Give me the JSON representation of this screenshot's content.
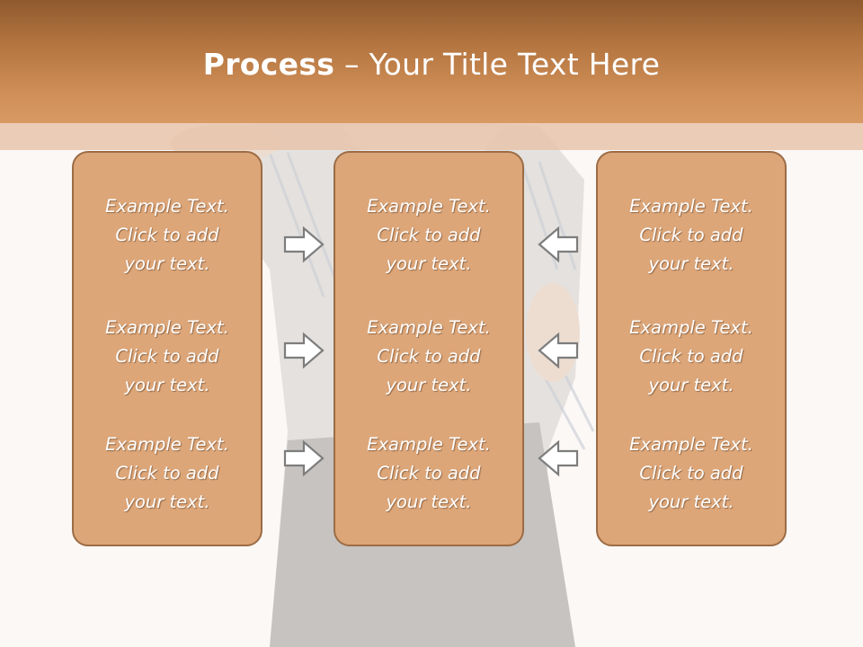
{
  "title": {
    "bold": "Process",
    "rest": " – Your Title Text Here"
  },
  "columns": [
    {
      "items": [
        [
          "Example Text.",
          "Click  to add",
          "your text."
        ],
        [
          "Example Text.",
          "Click  to add",
          "your text."
        ],
        [
          "Example Text.",
          "Click  to add",
          "your text."
        ]
      ]
    },
    {
      "items": [
        [
          "Example Text.",
          "Click  to add",
          "your text."
        ],
        [
          "Example Text.",
          "Click  to add",
          "your text."
        ],
        [
          "Example Text.",
          "Click  to add",
          "your text."
        ]
      ]
    },
    {
      "items": [
        [
          "Example Text.",
          "Click  to add",
          "your text."
        ],
        [
          "Example Text.",
          "Click  to add",
          "your text."
        ],
        [
          "Example Text.",
          "Click  to add",
          "your text."
        ]
      ]
    }
  ],
  "arrows": {
    "left": [
      "arrow-right-icon",
      "arrow-right-icon",
      "arrow-right-icon"
    ],
    "right": [
      "arrow-left-icon",
      "arrow-left-icon",
      "arrow-left-icon"
    ]
  },
  "colors": {
    "header_top": "#8e5a2e",
    "header_bottom": "#d89a63",
    "box_fill": "#dca679",
    "box_border": "#9c6c45",
    "text": "#ffffff"
  }
}
